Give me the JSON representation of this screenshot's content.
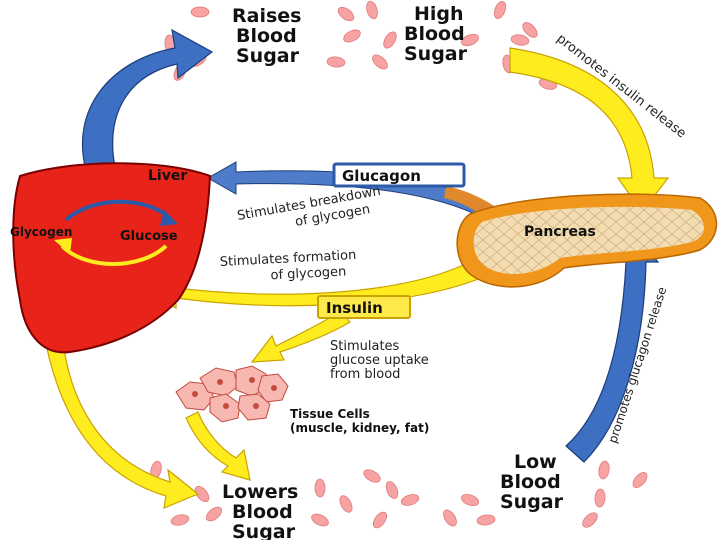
{
  "colors": {
    "liver": "#e8231a",
    "liver_stroke": "#7a0000",
    "pancreas_outer": "#f0961a",
    "pancreas_inner": "#f3dcb0",
    "arrow_yellow": "#ffec1f",
    "arrow_yellow_stroke": "#c9a300",
    "arrow_blue": "#3d6fc2",
    "arrow_blue_stroke": "#1d3d7a",
    "blood_cell": "#f7a3a3",
    "tissue_cell": "#f6b8b0",
    "label_box_glucagon": "#2d5aa8",
    "label_box_insulin": "#ffe94a"
  },
  "blood_levels": {
    "raises": [
      "Raises",
      "Blood",
      "Sugar"
    ],
    "high": [
      "High",
      "Blood",
      "Sugar"
    ],
    "low": [
      "Low",
      "Blood",
      "Sugar"
    ],
    "lowers": [
      "Lowers",
      "Blood",
      "Sugar"
    ]
  },
  "organs": {
    "liver": "Liver",
    "pancreas": "Pancreas",
    "glycogen": "Glycogen",
    "glucose": "Glucose"
  },
  "hormones": {
    "glucagon": "Glucagon",
    "insulin": "Insulin"
  },
  "notes": {
    "promotes_insulin": "promotes insulin release",
    "promotes_glucagon": "promotes glucagon release",
    "breakdown": [
      "Stimulates breakdown",
      "of glycogen"
    ],
    "formation": [
      "Stimulates formation",
      "of glycogen"
    ],
    "uptake": [
      "Stimulates",
      "glucose uptake",
      "from blood"
    ]
  },
  "tissue": {
    "title": "Tissue Cells",
    "subtitle": "(muscle, kidney, fat)"
  },
  "icons": [
    "blood-cell-icon",
    "tissue-cell-icon",
    "cycle-arrow-icon"
  ]
}
